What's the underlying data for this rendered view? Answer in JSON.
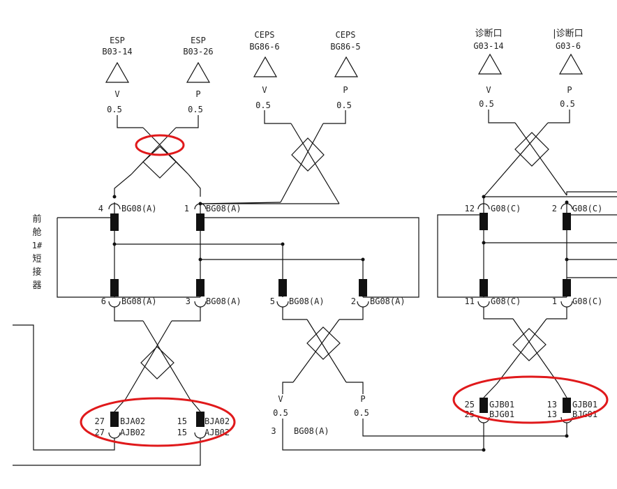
{
  "labels": {
    "esp_v_name": "ESP",
    "esp_v_pin": "B03-14",
    "esp_p_name": "ESP",
    "esp_p_pin": "B03-26",
    "ceps_v_name": "CEPS",
    "ceps_v_pin": "BG86-6",
    "ceps_p_name": "CEPS",
    "ceps_p_pin": "BG86-5",
    "diag_v_name": "诊断口",
    "diag_v_pin": "G03-14",
    "diag_p_name": "|诊断口",
    "diag_p_pin": "G03-6",
    "esp_v_sig": "V",
    "esp_p_sig": "P",
    "ceps_v_sig": "V",
    "ceps_p_sig": "P",
    "diag_v_sig": "V",
    "diag_p_sig": "P",
    "wire_size": "0.5",
    "junction_title": [
      "前",
      "舱",
      "1#",
      "短",
      "接",
      "器"
    ],
    "bg08_4_num": "4",
    "bg08_4_conn": "BG08(A)",
    "bg08_1_num": "1",
    "bg08_1_conn": "BG08(A)",
    "bg08_6_num": "6",
    "bg08_6_conn": "BG08(A)",
    "bg08_3_num": "3",
    "bg08_3_conn": "BG08(A)",
    "bg08_5_num": "5",
    "bg08_5_conn": "BG08(A)",
    "bg08_2_num": "2",
    "bg08_2_conn": "BG08(A)",
    "g08_12_num": "12",
    "g08_12_conn": "G08(C)",
    "g08_2_num": "2",
    "g08_2_conn": "G08(C)",
    "g08_11_num": "11",
    "g08_11_conn": "G08(C)",
    "g08_1_num": "1",
    "g08_1_conn": "G08(C)",
    "bja_27_num": "27",
    "bja_27_conn": "BJA02",
    "ajb_27_num": "27",
    "ajb_27_conn": "AJB02",
    "bja_15_num": "15",
    "bja_15_conn": "BJA02",
    "ajb_15_num": "15",
    "ajb_15_conn": "AJB02",
    "gjb_25_num": "25",
    "gjb_25_conn": "GJB01",
    "bjg_25_num": "25",
    "bjg_25_conn": "BJG01",
    "gjb_13_num": "13",
    "gjb_13_conn": "GJB01",
    "bjg_13_num": "13",
    "bjg_13_conn": "BJG01",
    "bottom_v_sig": "V",
    "bottom_p_sig": "P",
    "bottom_conn_num": "3",
    "bottom_conn": "BG08(A)"
  },
  "colors": {
    "wire": "#111111",
    "highlight": "#e0191b",
    "background": "#ffffff"
  }
}
